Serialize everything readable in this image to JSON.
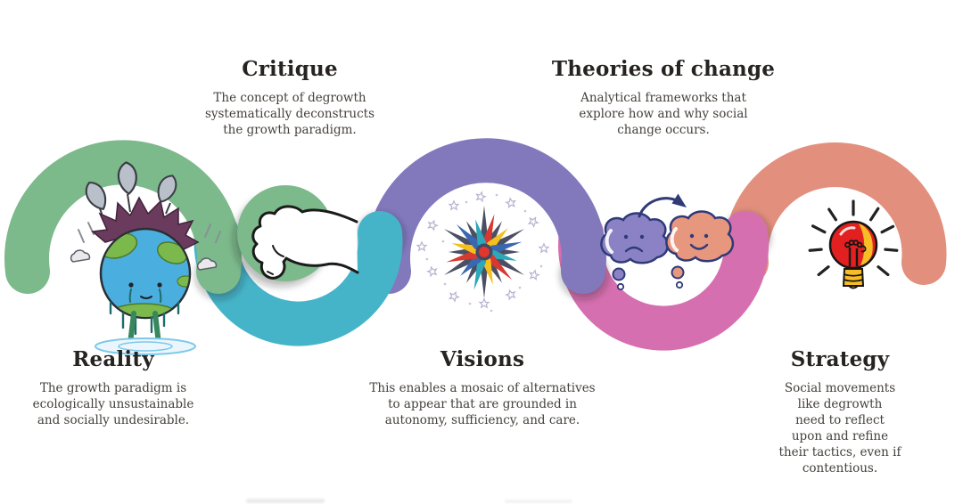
{
  "stages": [
    {
      "title": "Reality",
      "description_lines": [
        "The growth paradigm is",
        "ecologically unsustainable",
        "and socially undesirable."
      ],
      "icon": "crying-earth-icon",
      "arc_color": "#7cb98b",
      "label_position": "bottom"
    },
    {
      "title": "Critique",
      "description_lines": [
        "The concept of degrowth",
        "systematically deconstructs",
        "the growth paradigm."
      ],
      "icon": "thumbs-down-icon",
      "arc_color": "#46b4c8",
      "icon_circle_color": "#7cb98b",
      "label_position": "top"
    },
    {
      "title": "Visions",
      "description_lines": [
        "This enables a mosaic of alternatives",
        "to appear that are grounded in",
        "autonomy, sufficiency, and care."
      ],
      "icon": "starburst-icon",
      "arc_color": "#8279bd",
      "label_position": "bottom"
    },
    {
      "title": "Theories of change",
      "description_lines": [
        "Analytical frameworks that",
        "explore how and why social",
        "change occurs."
      ],
      "icon": "thought-clouds-icon",
      "arc_color": "#d56fb0",
      "label_position": "top"
    },
    {
      "title": "Strategy",
      "description_lines": [
        "Social movements like degrowth",
        "need to reflect upon and refine",
        "their tactics, even if contentious."
      ],
      "icon": "lightbulb-icon",
      "arc_color": "#e28f7d",
      "label_position": "bottom"
    }
  ],
  "text_colors": {
    "title": "#262320",
    "body": "#45413c"
  },
  "background": "#ffffff"
}
